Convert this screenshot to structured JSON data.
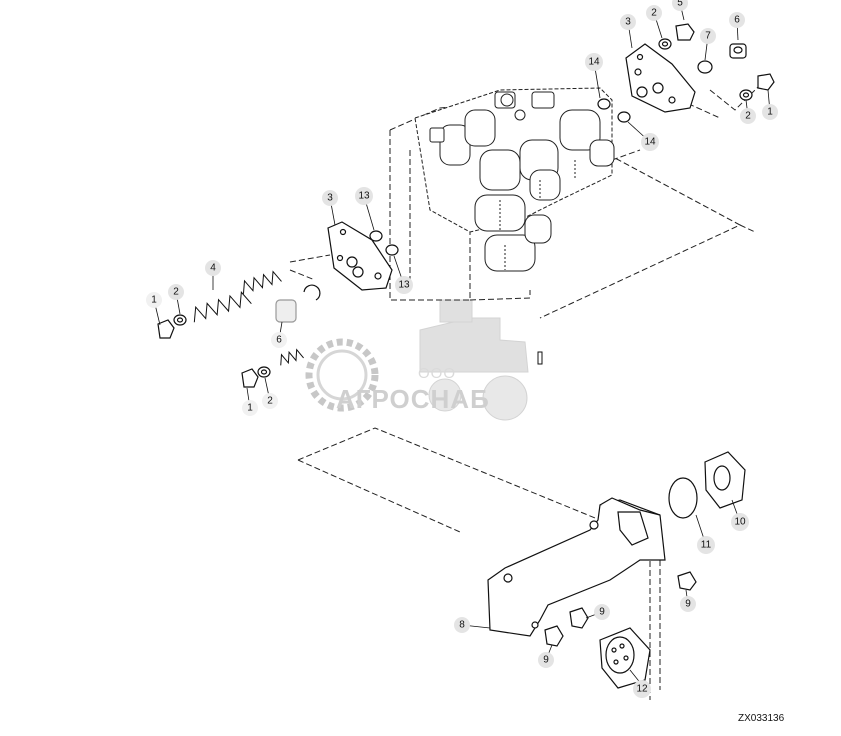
{
  "diagram": {
    "drawing_code": "ZX033136",
    "watermark": {
      "small_text": "ООО",
      "brand_text": "АГРОСНАБ"
    },
    "callouts": [
      {
        "id": "c-3-top",
        "label": "3"
      },
      {
        "id": "c-2-top",
        "label": "2"
      },
      {
        "id": "c-5-top",
        "label": "5"
      },
      {
        "id": "c-7-top",
        "label": "7"
      },
      {
        "id": "c-6-top",
        "label": "6"
      },
      {
        "id": "c-14-a",
        "label": "14"
      },
      {
        "id": "c-14-b",
        "label": "14"
      },
      {
        "id": "c-1-right",
        "label": "1"
      },
      {
        "id": "c-2-right",
        "label": "2"
      },
      {
        "id": "c-3-left",
        "label": "3"
      },
      {
        "id": "c-13-a",
        "label": "13"
      },
      {
        "id": "c-13-b",
        "label": "13"
      },
      {
        "id": "c-4",
        "label": "4"
      },
      {
        "id": "c-1-left",
        "label": "1"
      },
      {
        "id": "c-2-left",
        "label": "2"
      },
      {
        "id": "c-6-left",
        "label": "6"
      },
      {
        "id": "c-1-low",
        "label": "1"
      },
      {
        "id": "c-2-low",
        "label": "2"
      },
      {
        "id": "c-10",
        "label": "10"
      },
      {
        "id": "c-11",
        "label": "11"
      },
      {
        "id": "c-9-a",
        "label": "9"
      },
      {
        "id": "c-9-b",
        "label": "9"
      },
      {
        "id": "c-9-c",
        "label": "9"
      },
      {
        "id": "c-8",
        "label": "8"
      },
      {
        "id": "c-12",
        "label": "12"
      }
    ]
  }
}
